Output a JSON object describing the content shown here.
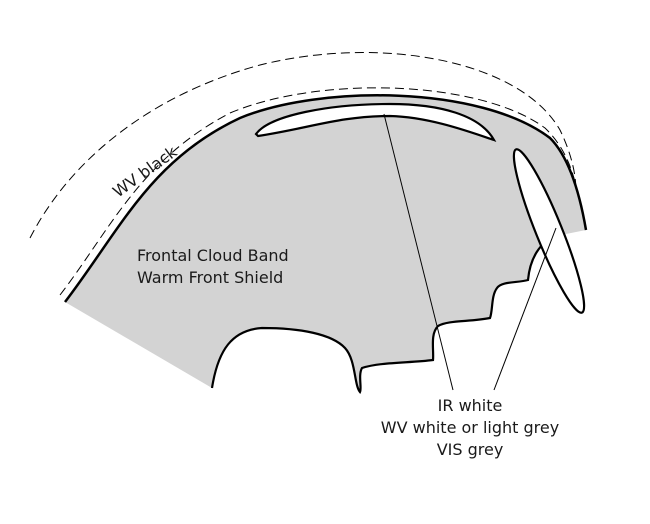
{
  "labels": {
    "wv_black": "WV black",
    "band_line1": "Frontal Cloud Band",
    "band_line2": "Warm Front Shield",
    "legend_line1": "IR white",
    "legend_line2": "WV white or light grey",
    "legend_line3": "VIS grey"
  },
  "colors": {
    "cloud_fill": "#d3d3d3",
    "outline": "#000000"
  }
}
